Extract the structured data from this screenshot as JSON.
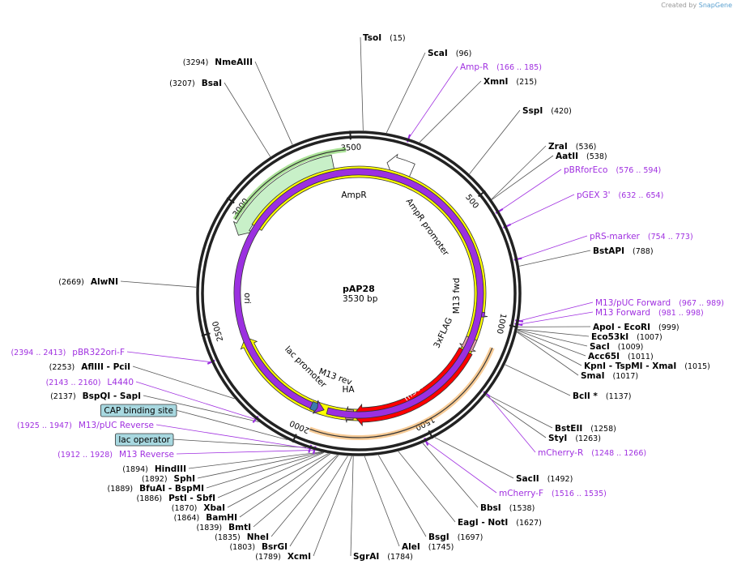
{
  "credit": {
    "prefix": "Created by",
    "brand": "SnapGene"
  },
  "plasmid": {
    "name": "pAP28",
    "length_label": "3530 bp",
    "length": 3530
  },
  "ticks": [
    "500",
    "1000",
    "1500",
    "2000",
    "2500",
    "3000",
    "3500"
  ],
  "features": [
    {
      "label": "AmpR",
      "start": 3420,
      "end": 2900,
      "color": "#c8f0c8",
      "dir": "ccw"
    },
    {
      "label": "AmpR promoter",
      "start": 230,
      "end": 120,
      "color": "#ffffff",
      "dir": "ccw"
    },
    {
      "label": "ori",
      "start": 2970,
      "end": 2440,
      "color": "#ffff00",
      "dir": "cw"
    },
    {
      "label": "mScarlet",
      "start": 1160,
      "end": 1790,
      "color": "#ff0000",
      "dir": "cw"
    },
    {
      "label": "3xFLAG",
      "start": 1095,
      "end": 1160,
      "color": "#e8a0b0",
      "dir": "cw"
    },
    {
      "label": "HA",
      "start": 1790,
      "end": 1830,
      "color": "#d080a8",
      "dir": "cw"
    },
    {
      "label": "M13 fwd",
      "start": 967,
      "end": 989,
      "color": "#9b30e0",
      "dir": "cw"
    },
    {
      "label": "M13 rev",
      "start": 1912,
      "end": 1928,
      "color": "#9b30e0",
      "dir": "ccw"
    },
    {
      "label": "lac promoter",
      "start": 1990,
      "end": 1960,
      "color": "#3a7ab0",
      "dir": "ccw"
    }
  ],
  "sites": [
    {
      "name": "TsoI",
      "pos": "(15)",
      "loc": 15
    },
    {
      "name": "ScaI",
      "pos": "(96)",
      "loc": 96
    },
    {
      "name": "Amp-R",
      "pos": "(166 .. 185)",
      "loc": 175,
      "primer": true
    },
    {
      "name": "XmnI",
      "pos": "(215)",
      "loc": 215
    },
    {
      "name": "SspI",
      "pos": "(420)",
      "loc": 420
    },
    {
      "name": "ZraI",
      "pos": "(536)",
      "loc": 536
    },
    {
      "name": "AatII",
      "pos": "(538)",
      "loc": 538
    },
    {
      "name": "pBRforEco",
      "pos": "(576 .. 594)",
      "loc": 585,
      "primer": true
    },
    {
      "name": "pGEX 3'",
      "pos": "(632 .. 654)",
      "loc": 643,
      "primer": true
    },
    {
      "name": "pRS-marker",
      "pos": "(754 .. 773)",
      "loc": 763,
      "primer": true
    },
    {
      "name": "BstAPI",
      "pos": "(788)",
      "loc": 788
    },
    {
      "name": "M13/pUC Forward",
      "pos": "(967 .. 989)",
      "loc": 978,
      "primer": true
    },
    {
      "name": "M13 Forward",
      "pos": "(981 .. 998)",
      "loc": 990,
      "primer": true
    },
    {
      "name": "ApoI - EcoRI",
      "pos": "(999)",
      "loc": 999
    },
    {
      "name": "Eco53kI",
      "pos": "(1007)",
      "loc": 1007
    },
    {
      "name": "SacI",
      "pos": "(1009)",
      "loc": 1009
    },
    {
      "name": "Acc65I",
      "pos": "(1011)",
      "loc": 1011
    },
    {
      "name": "KpnI - TspMI - XmaI",
      "pos": "(1015)",
      "loc": 1015
    },
    {
      "name": "SmaI",
      "pos": "(1017)",
      "loc": 1017
    },
    {
      "name": "BclI *",
      "pos": "(1137)",
      "loc": 1137
    },
    {
      "name": "BstEII",
      "pos": "(1258)",
      "loc": 1258
    },
    {
      "name": "StyI",
      "pos": "(1263)",
      "loc": 1263
    },
    {
      "name": "mCherry-R",
      "pos": "(1248 .. 1266)",
      "loc": 1257,
      "primer": true
    },
    {
      "name": "SacII",
      "pos": "(1492)",
      "loc": 1492
    },
    {
      "name": "mCherry-F",
      "pos": "(1516 .. 1535)",
      "loc": 1525,
      "primer": true
    },
    {
      "name": "BbsI",
      "pos": "(1538)",
      "loc": 1538
    },
    {
      "name": "EagI - NotI",
      "pos": "(1627)",
      "loc": 1627
    },
    {
      "name": "BsgI",
      "pos": "(1697)",
      "loc": 1697
    },
    {
      "name": "AleI",
      "pos": "(1745)",
      "loc": 1745
    },
    {
      "name": "SgrAI",
      "pos": "(1784)",
      "loc": 1784
    },
    {
      "name": "XcmI",
      "pos": "(1789)",
      "loc": 1789
    },
    {
      "name": "BsrGI",
      "pos": "(1803)",
      "loc": 1803
    },
    {
      "name": "NheI",
      "pos": "(1835)",
      "loc": 1835
    },
    {
      "name": "BmtI",
      "pos": "(1839)",
      "loc": 1839
    },
    {
      "name": "BamHI",
      "pos": "(1864)",
      "loc": 1864
    },
    {
      "name": "XbaI",
      "pos": "(1870)",
      "loc": 1870
    },
    {
      "name": "PstI - SbfI",
      "pos": "(1886)",
      "loc": 1886
    },
    {
      "name": "BfuAI - BspMI",
      "pos": "(1889)",
      "loc": 1889
    },
    {
      "name": "SphI",
      "pos": "(1892)",
      "loc": 1892
    },
    {
      "name": "HindIII",
      "pos": "(1894)",
      "loc": 1894
    },
    {
      "name": "M13 Reverse",
      "pos": "(1912 .. 1928)",
      "loc": 1920,
      "primer": true
    },
    {
      "name": "lac operator",
      "pos": "",
      "loc": 1950,
      "boxed": true
    },
    {
      "name": "M13/pUC Reverse",
      "pos": "(1925 .. 1947)",
      "loc": 1936,
      "primer": true
    },
    {
      "name": "CAP binding site",
      "pos": "",
      "loc": 2020,
      "boxed": true
    },
    {
      "name": "BspQI - SapI",
      "pos": "(2137)",
      "loc": 2137
    },
    {
      "name": "L4440",
      "pos": "(2143 .. 2160)",
      "loc": 2151,
      "primer": true
    },
    {
      "name": "AflIII - PciI",
      "pos": "(2253)",
      "loc": 2253
    },
    {
      "name": "pBR322ori-F",
      "pos": "(2394 .. 2413)",
      "loc": 2403,
      "primer": true
    },
    {
      "name": "AlwNI",
      "pos": "(2669)",
      "loc": 2669
    },
    {
      "name": "BsaI",
      "pos": "(3207)",
      "loc": 3207
    },
    {
      "name": "NmeAIII",
      "pos": "(3294)",
      "loc": 3294
    }
  ]
}
